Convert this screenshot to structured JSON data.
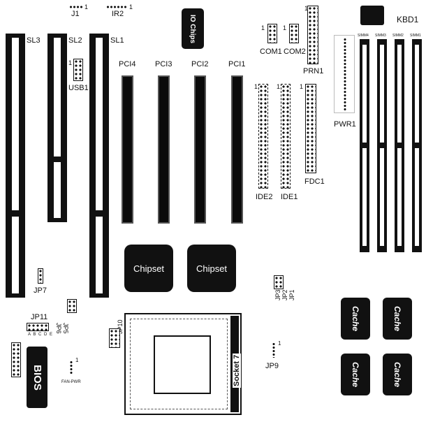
{
  "labels": {
    "j1": "J1",
    "ir2": "IR2",
    "io_chips": "IO Chips",
    "kbd1": "KBD1",
    "sl1": "SL1",
    "sl2": "SL2",
    "sl3": "SL3",
    "usb1": "USB1",
    "pci1": "PCI1",
    "pci2": "PCI2",
    "pci3": "PCI3",
    "pci4": "PCI4",
    "com1": "COM1",
    "com2": "COM2",
    "prn1": "PRN1",
    "pwr1": "PWR1",
    "ide1": "IDE1",
    "ide2": "IDE2",
    "fdc1": "FDC1",
    "chipset": "Chipset",
    "cache": "Cache",
    "jp1": "JP1",
    "jp2": "JP2",
    "jp3": "JP3",
    "jp5": "JP5",
    "jp6": "JP6",
    "jp7": "JP7",
    "jp9": "JP9",
    "jp10": "JP10",
    "jp11": "JP11",
    "jp11_cols": "A B C D E",
    "bios": "BIOS",
    "socket": "Socket 7",
    "fan_pwr": "FAN-PWR",
    "simm1": "SIMM1",
    "simm2": "SIMM2",
    "simm3": "SIMM3",
    "simm4": "SIMM4",
    "pin1": "1"
  }
}
